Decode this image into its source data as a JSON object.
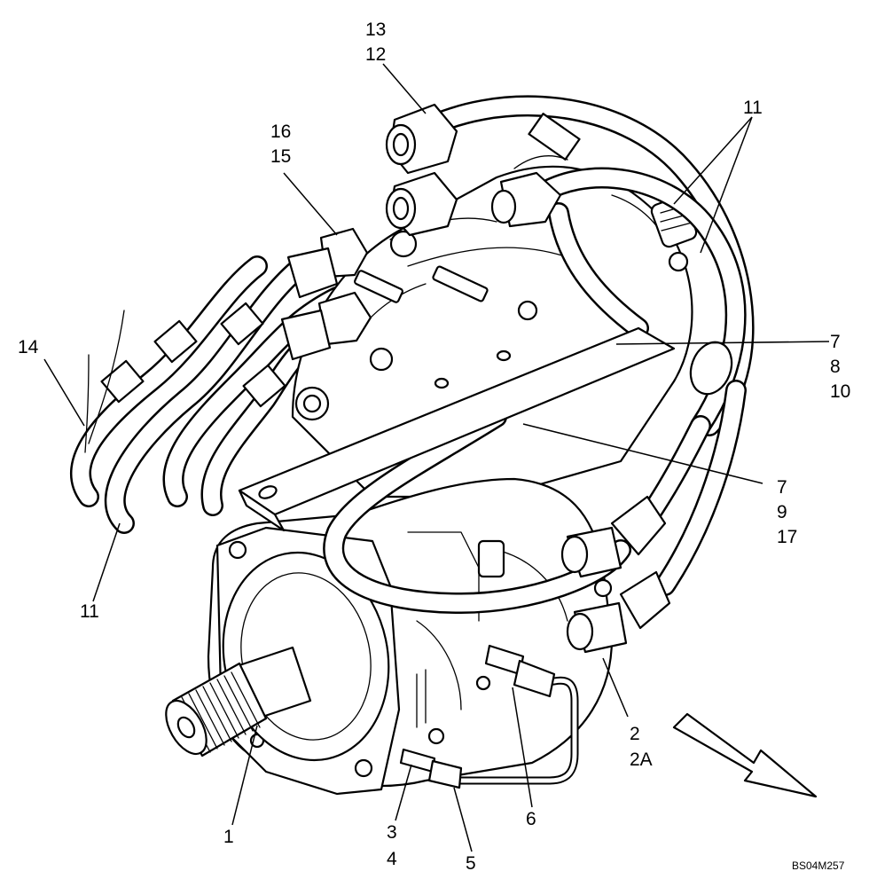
{
  "diagram": {
    "reference_code": "BS04M257",
    "callouts": [
      {
        "id": "c1",
        "lines": [
          "1"
        ]
      },
      {
        "id": "c2",
        "lines": [
          "2",
          "2A"
        ]
      },
      {
        "id": "c3",
        "lines": [
          "3",
          "4"
        ]
      },
      {
        "id": "c5",
        "lines": [
          "5"
        ]
      },
      {
        "id": "c6",
        "lines": [
          "6"
        ]
      },
      {
        "id": "c7a",
        "lines": [
          "7",
          "8",
          "10"
        ]
      },
      {
        "id": "c7b",
        "lines": [
          "7",
          "9",
          "17"
        ]
      },
      {
        "id": "c11a",
        "lines": [
          "11"
        ]
      },
      {
        "id": "c11b",
        "lines": [
          "11"
        ]
      },
      {
        "id": "c13",
        "lines": [
          "13",
          "12"
        ]
      },
      {
        "id": "c14",
        "lines": [
          "14"
        ]
      },
      {
        "id": "c16",
        "lines": [
          "16",
          "15"
        ]
      }
    ]
  }
}
